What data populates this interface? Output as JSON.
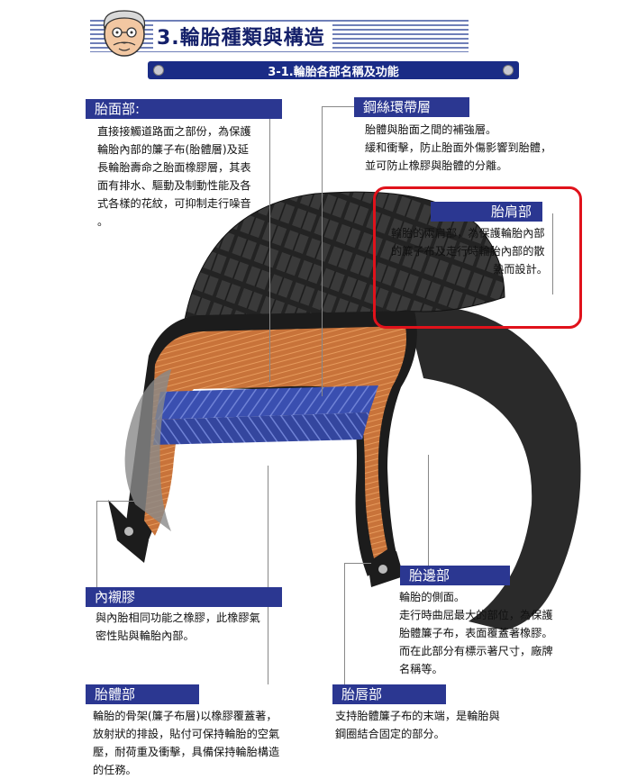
{
  "header": {
    "title": "3.輪胎種類與構造",
    "subtitle": "3-1.輪胎各部名稱及功能"
  },
  "parts": {
    "tread": {
      "label": "胎面部:",
      "lines": [
        "直接接觸道路面之部份，為保護",
        "輪胎內部的簾子布(胎體層)及延",
        "長輪胎壽命之胎面橡膠層，其表",
        "面有排水、驅動及制動性能及各",
        "式各樣的花紋，可抑制走行噪音",
        "。"
      ]
    },
    "belt": {
      "label": "鋼絲環帶層",
      "lines": [
        "胎體與胎面之間的補強層。",
        "緩和衝擊，防止胎面外傷影響到胎體，",
        "並可防止橡膠與胎體的分離。"
      ]
    },
    "shoulder": {
      "label": "胎肩部",
      "lines": [
        "輪胎的兩肩部，為保護輪胎內部",
        "的簾子布及走行時輪胎內部的散",
        "熱而設計。"
      ]
    },
    "sidewall": {
      "label": "胎邊部",
      "lines": [
        "輪胎的側面。",
        "走行時曲屈最大的部位，為保護",
        "胎體簾子布，表面覆蓋著橡膠。",
        "而在此部分有標示著尺寸，廠牌",
        "名稱等。"
      ]
    },
    "innerliner": {
      "label": "內襯膠",
      "lines": [
        "與內胎相同功能之橡膠，此橡膠氣",
        "密性貼與輪胎內部。"
      ]
    },
    "carcass": {
      "label": "胎體部",
      "lines": [
        "輪胎的骨架(簾子布層)以橡膠覆蓋著，",
        "放射狀的排設，貼付可保持輪胎的空氣",
        "壓，耐荷重及衝擊，具備保持輪胎構造",
        "的任務。"
      ]
    },
    "bead": {
      "label": "胎唇部",
      "lines": [
        "支持胎體簾子布的末端，是輪胎與",
        "鋼圈結合固定的部分。"
      ]
    }
  },
  "colors": {
    "label_bg": "#2b3791",
    "title_text": "#14206a",
    "highlight": "#e0121b",
    "tire_rubber": "#1b1b1b",
    "carcass_orange": "#c8733a",
    "belt_blue": "#3a4fb0"
  }
}
